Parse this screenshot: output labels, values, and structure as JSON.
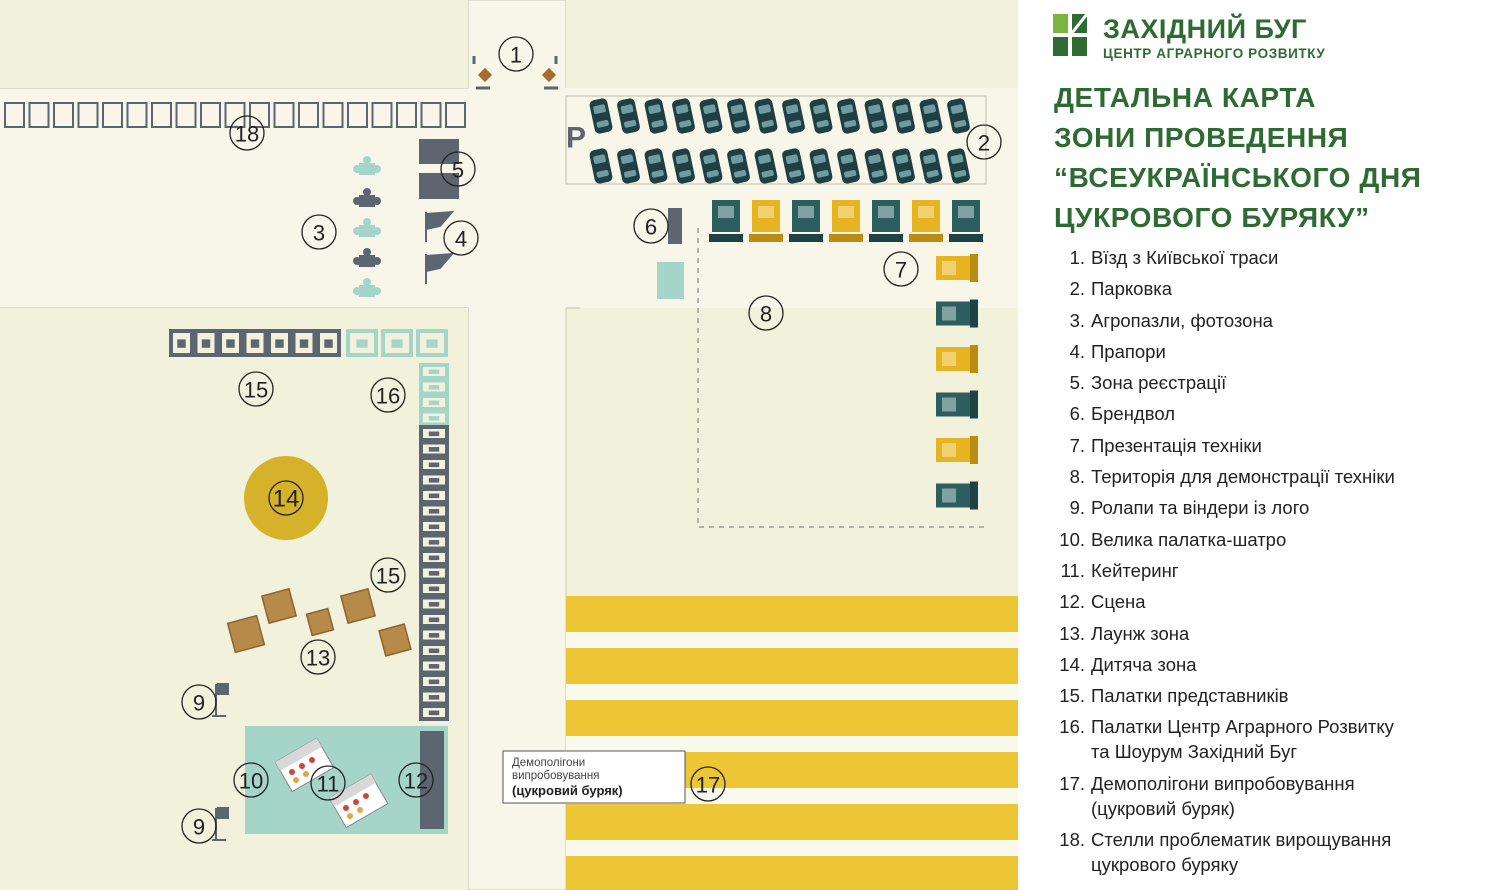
{
  "brand": {
    "name": "ЗАХІДНИЙ БУГ",
    "subtitle": "ЦЕНТР АГРАРНОГО РОЗВИТКУ",
    "colors": {
      "green": "#2e6b32",
      "light_green": "#7ab63f"
    }
  },
  "title_lines": [
    "ДЕТАЛЬНА КАРТА",
    "ЗОНИ ПРОВЕДЕННЯ",
    "“ВСЕУКРАЇНСЬКОГО ДНЯ",
    "ЦУКРОВОГО БУРЯКУ”"
  ],
  "legend": [
    {
      "num": "1.",
      "text": "Вїзд з Київської траси"
    },
    {
      "num": "2.",
      "text": "Парковка"
    },
    {
      "num": "3.",
      "text": "Агропазли, фотозона"
    },
    {
      "num": "4.",
      "text": " Прапори"
    },
    {
      "num": "5.",
      "text": "Зона реєстрації"
    },
    {
      "num": "6.",
      "text": "Брендвол"
    },
    {
      "num": "7.",
      "text": "Презентація техніки"
    },
    {
      "num": "8.",
      "text": "Територія для демонстрації техніки"
    },
    {
      "num": "9.",
      "text": "Ролапи та віндери із лого"
    },
    {
      "num": "10.",
      "text": "Велика палатка-шатро"
    },
    {
      "num": "11.",
      "text": "Кейтеринг"
    },
    {
      "num": "12.",
      "text": "Сцена"
    },
    {
      "num": "13.",
      "text": "Лаунж зона"
    },
    {
      "num": "14.",
      "text": "Дитяча зона"
    },
    {
      "num": "15.",
      "text": "Палатки представників"
    },
    {
      "num": "16.",
      "text": "Палатки Центр Аграрного Розвитку\nта Шоурум Західний Буг"
    },
    {
      "num": "17.",
      "text": "Демополігони випробовування\n(цукровий буряк)"
    },
    {
      "num": "18.",
      "text": "Стелли проблематик вирощування\nцукрового буряку"
    }
  ],
  "map": {
    "parking_label": "P",
    "demo_sign": {
      "line1": "Демополігони",
      "line2": "випробовування",
      "line3": "(цукровий буряк)"
    },
    "markers": [
      {
        "id": "1",
        "label": "1"
      },
      {
        "id": "2",
        "label": "2"
      },
      {
        "id": "3",
        "label": "3"
      },
      {
        "id": "4",
        "label": "4"
      },
      {
        "id": "5",
        "label": "5"
      },
      {
        "id": "6",
        "label": "6"
      },
      {
        "id": "7",
        "label": "7"
      },
      {
        "id": "8",
        "label": "8"
      },
      {
        "id": "9a",
        "label": "9"
      },
      {
        "id": "9b",
        "label": "9"
      },
      {
        "id": "10",
        "label": "10"
      },
      {
        "id": "11",
        "label": "11"
      },
      {
        "id": "12",
        "label": "12"
      },
      {
        "id": "13",
        "label": "13"
      },
      {
        "id": "14",
        "label": "14"
      },
      {
        "id": "15a",
        "label": "15"
      },
      {
        "id": "15b",
        "label": "15"
      },
      {
        "id": "16",
        "label": "16"
      },
      {
        "id": "17",
        "label": "17"
      },
      {
        "id": "18",
        "label": "18"
      }
    ],
    "colors": {
      "ground": "#f1f1dc",
      "road": "#f7f6e8",
      "tent_dark": "#5d6670",
      "tent_light": "#a5d5c9",
      "kids_zone": "#d6b22b",
      "field_yellow": "#ecc634",
      "stage": "#5d6670",
      "machine_teal": "#2e5d5f",
      "machine_yellow": "#e6b420"
    }
  }
}
